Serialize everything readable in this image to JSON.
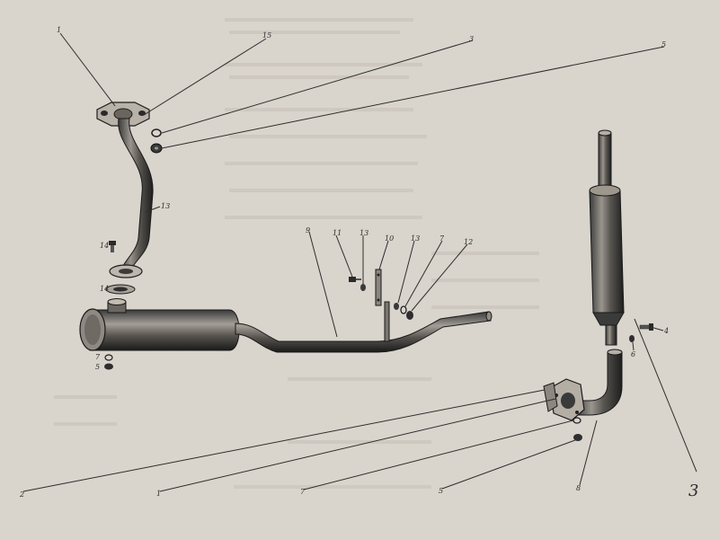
{
  "diagram": {
    "labels": {
      "l1_top": "1",
      "l15_top": "15",
      "l3_top": "3",
      "l5_top": "5",
      "l13_pipe": "13",
      "l14_bolt": "14",
      "l14_gasket": "14",
      "l7_left": "7",
      "l5_left": "5",
      "l9": "9",
      "l11": "11",
      "l13_a": "13",
      "l10": "10",
      "l13_b": "13",
      "l7_mid": "7",
      "l12": "12",
      "l4": "4",
      "l6": "6",
      "l2_bottom": "2",
      "l1_bottom": "1",
      "l7_bottom": "7",
      "l5_bottom": "5",
      "l8_bottom": "8",
      "figure_number": "3"
    }
  }
}
